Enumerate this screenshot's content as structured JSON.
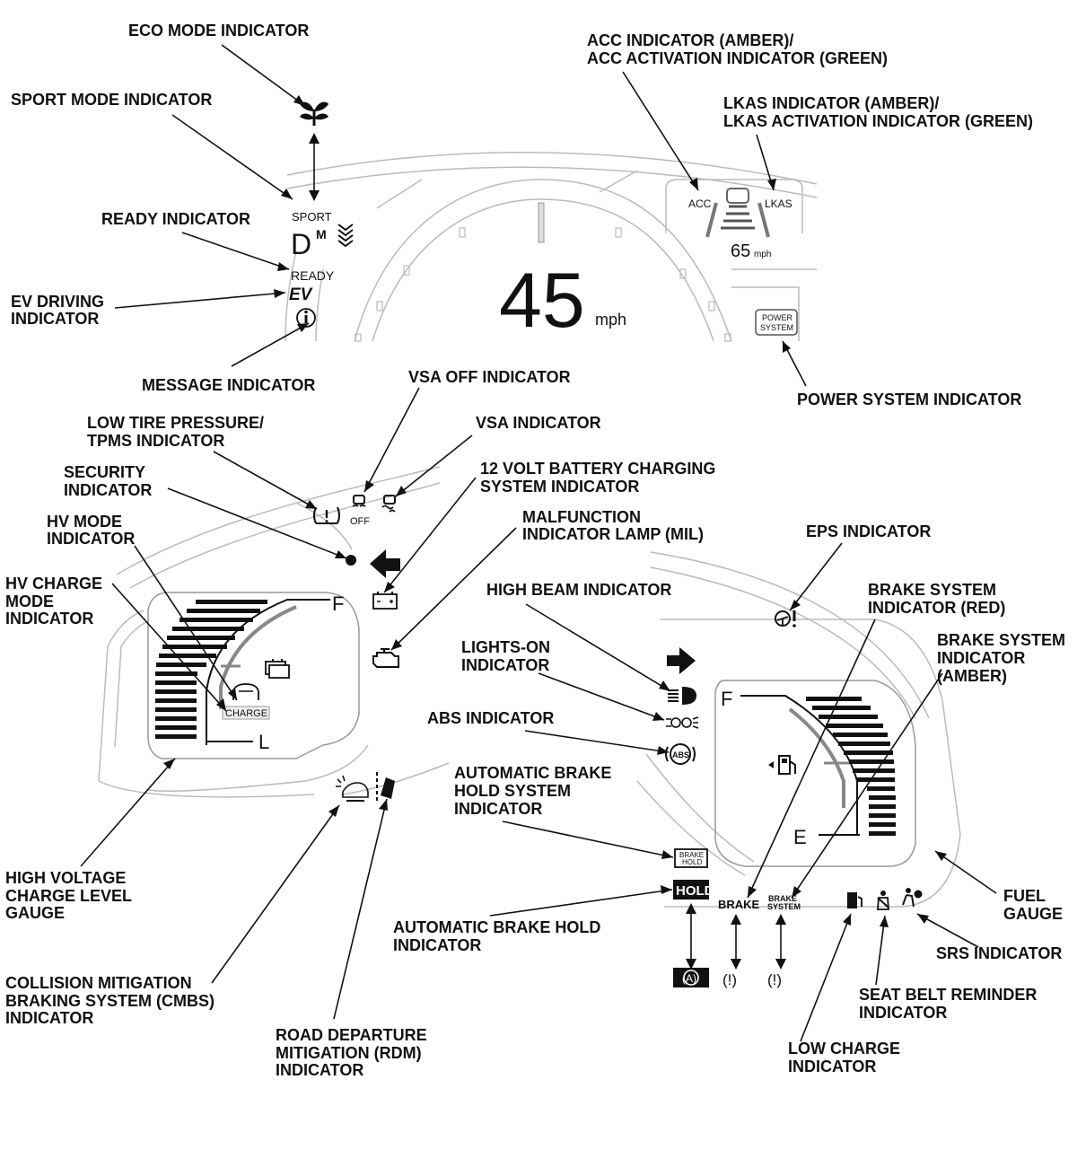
{
  "labels": {
    "eco_mode": "ECO MODE INDICATOR",
    "sport_mode": "SPORT MODE INDICATOR",
    "ready": "READY INDICATOR",
    "ev_driving": [
      "EV DRIVING",
      "INDICATOR"
    ],
    "message": "MESSAGE INDICATOR",
    "acc": [
      "ACC INDICATOR (AMBER)/",
      "ACC ACTIVATION INDICATOR (GREEN)"
    ],
    "lkas": [
      "LKAS INDICATOR (AMBER)/",
      "LKAS ACTIVATION INDICATOR (GREEN)"
    ],
    "power_system": "POWER SYSTEM INDICATOR",
    "vsa_off": "VSA OFF INDICATOR",
    "vsa": "VSA INDICATOR",
    "low_tire": [
      "LOW TIRE PRESSURE/",
      "TPMS INDICATOR"
    ],
    "security": [
      "SECURITY",
      "INDICATOR"
    ],
    "battery_charging": [
      "12 VOLT BATTERY CHARGING",
      "SYSTEM INDICATOR"
    ],
    "hv_mode": [
      "HV MODE",
      "INDICATOR"
    ],
    "hv_charge_mode": [
      "HV CHARGE",
      "MODE",
      "INDICATOR"
    ],
    "mil": [
      "MALFUNCTION",
      "INDICATOR LAMP (MIL)"
    ],
    "eps": "EPS INDICATOR",
    "high_beam": "HIGH BEAM INDICATOR",
    "brake_red": [
      "BRAKE SYSTEM",
      "INDICATOR (RED)"
    ],
    "brake_amber": [
      "BRAKE SYSTEM",
      "INDICATOR",
      "(AMBER)"
    ],
    "lights_on": [
      "LIGHTS-ON",
      "INDICATOR"
    ],
    "abs": "ABS INDICATOR",
    "auto_brake_hold_system": [
      "AUTOMATIC BRAKE",
      "HOLD SYSTEM",
      "INDICATOR"
    ],
    "hv_gauge": [
      "HIGH VOLTAGE",
      "CHARGE LEVEL",
      "GAUGE"
    ],
    "fuel_gauge": [
      "FUEL",
      "GAUGE"
    ],
    "auto_brake_hold": [
      "AUTOMATIC BRAKE HOLD",
      "INDICATOR"
    ],
    "srs": "SRS INDICATOR",
    "cmbs": [
      "COLLISION MITIGATION",
      "BRAKING SYSTEM (CMBS)",
      "INDICATOR"
    ],
    "seat_belt": [
      "SEAT BELT REMINDER",
      "INDICATOR"
    ],
    "rdm": [
      "ROAD DEPARTURE",
      "MITIGATION (RDM)",
      "INDICATOR"
    ],
    "low_charge": [
      "LOW CHARGE",
      "INDICATOR"
    ]
  },
  "cluster": {
    "speed": "45",
    "speed_unit": "mph",
    "set_speed": "65",
    "set_speed_unit": "mph",
    "sport": "SPORT",
    "gear": "D",
    "gear_mode": "M",
    "ready": "READY",
    "ev": "EV",
    "acc": "ACC",
    "lkas": "LKAS",
    "power_system": [
      "POWER",
      "SYSTEM"
    ],
    "tpms_glyph": "(!)",
    "vsa_off_sub": "OFF",
    "charge": "CHARGE",
    "fuel_full": "F",
    "fuel_empty": "E",
    "hv_full": "F",
    "hv_low": "L",
    "abs": "ABS",
    "brake_hold_small": [
      "BRAKE",
      "HOLD"
    ],
    "hold": "HOLD",
    "brake": "BRAKE",
    "brake_system": [
      "BRAKE",
      "SYSTEM"
    ],
    "warn_a": "(A)",
    "warn_excl": "(!)"
  },
  "icons": [
    "eco-leaf",
    "sport-chevrons",
    "info",
    "shield-car",
    "battery",
    "engine",
    "arrow-left",
    "arrow-right",
    "headlight",
    "steering-warning",
    "fuel-pump",
    "seat-belt",
    "airbag",
    "collision",
    "lane-departure"
  ],
  "colors": {
    "ink": "#111111",
    "outline": "#bbbbbb",
    "background": "#ffffff"
  }
}
